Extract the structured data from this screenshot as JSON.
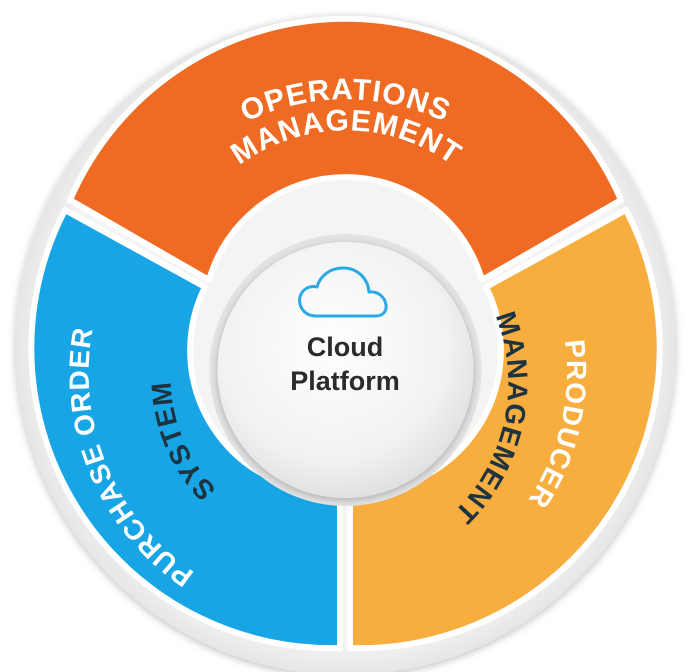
{
  "center": {
    "line1": "Cloud",
    "line2": "Platform",
    "icon": "cloud-icon"
  },
  "segments": {
    "operations": {
      "line1": "OPERATIONS",
      "line2": "MANAGEMENT",
      "color": "#EF6A22",
      "text_color": "#FFFFFF"
    },
    "producer": {
      "line1": "PRODUCER",
      "line2": "MANAGEMENT",
      "color": "#F7AE3F",
      "text_color": "#FFFFFF",
      "inner_text_color": "#1E3340"
    },
    "purchase": {
      "line1": "PURCHASE ORDER",
      "line2": "SYSTEM",
      "color": "#17A5E5",
      "text_color": "#FFFFFF",
      "inner_text_color": "#1E3340"
    }
  },
  "colors": {
    "ring_background": "#F2F2F2",
    "hub": "#EDEDED",
    "cloud_icon": "#29A9E8"
  }
}
